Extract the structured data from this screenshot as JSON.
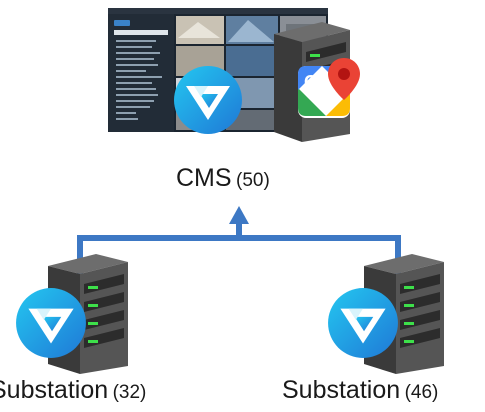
{
  "cms": {
    "label": "CMS",
    "count": "(50)"
  },
  "substations": [
    {
      "label": "Substation",
      "count": "(32)"
    },
    {
      "label": "Substation",
      "count": "(46)"
    }
  ],
  "screen_sidebar": {
    "items": [
      "",
      "",
      "",
      "",
      "",
      "",
      "",
      "",
      "",
      "",
      "",
      "",
      "",
      ""
    ]
  },
  "colors": {
    "connector": "#3d78c4",
    "logo_start": "#24c7f0",
    "logo_end": "#1f78d6",
    "server_body": "#4b4b4b",
    "server_led": "#3de04a"
  },
  "icons": [
    "monitor-screenshot-icon",
    "server-icon",
    "google-maps-icon",
    "vms-logo-icon"
  ]
}
